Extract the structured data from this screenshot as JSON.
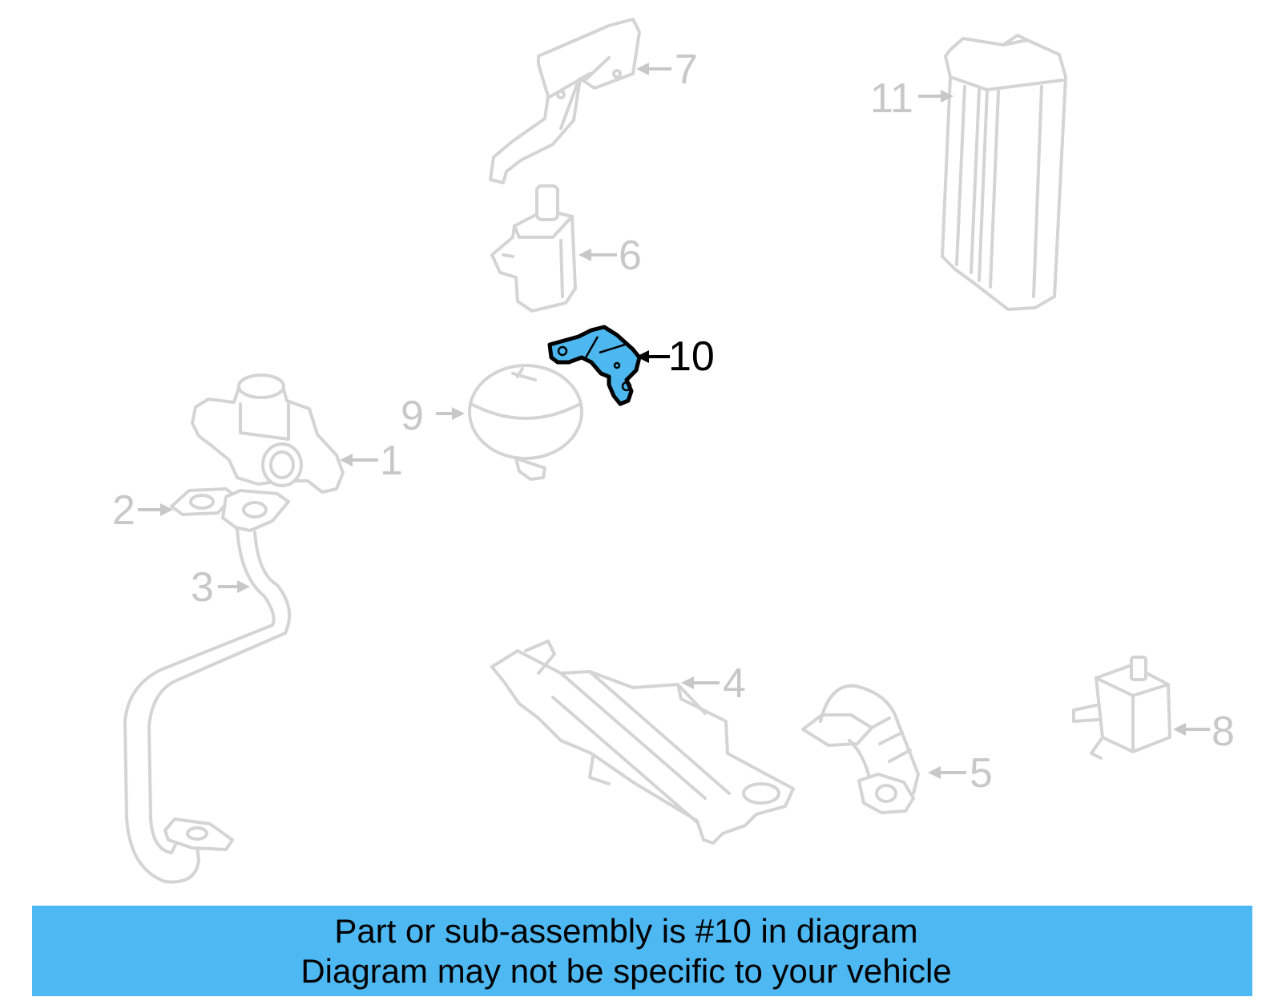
{
  "diagram": {
    "highlighted_part": "10",
    "highlight_color": "#4cb8ef",
    "callouts": [
      {
        "number": "1"
      },
      {
        "number": "2"
      },
      {
        "number": "3"
      },
      {
        "number": "4"
      },
      {
        "number": "5"
      },
      {
        "number": "6"
      },
      {
        "number": "7"
      },
      {
        "number": "8"
      },
      {
        "number": "9"
      },
      {
        "number": "10"
      },
      {
        "number": "11"
      }
    ]
  },
  "caption": {
    "line1": "Part or sub-assembly is #10 in diagram",
    "line2": "Diagram may not be specific to your vehicle",
    "background": "#4db8f2"
  }
}
